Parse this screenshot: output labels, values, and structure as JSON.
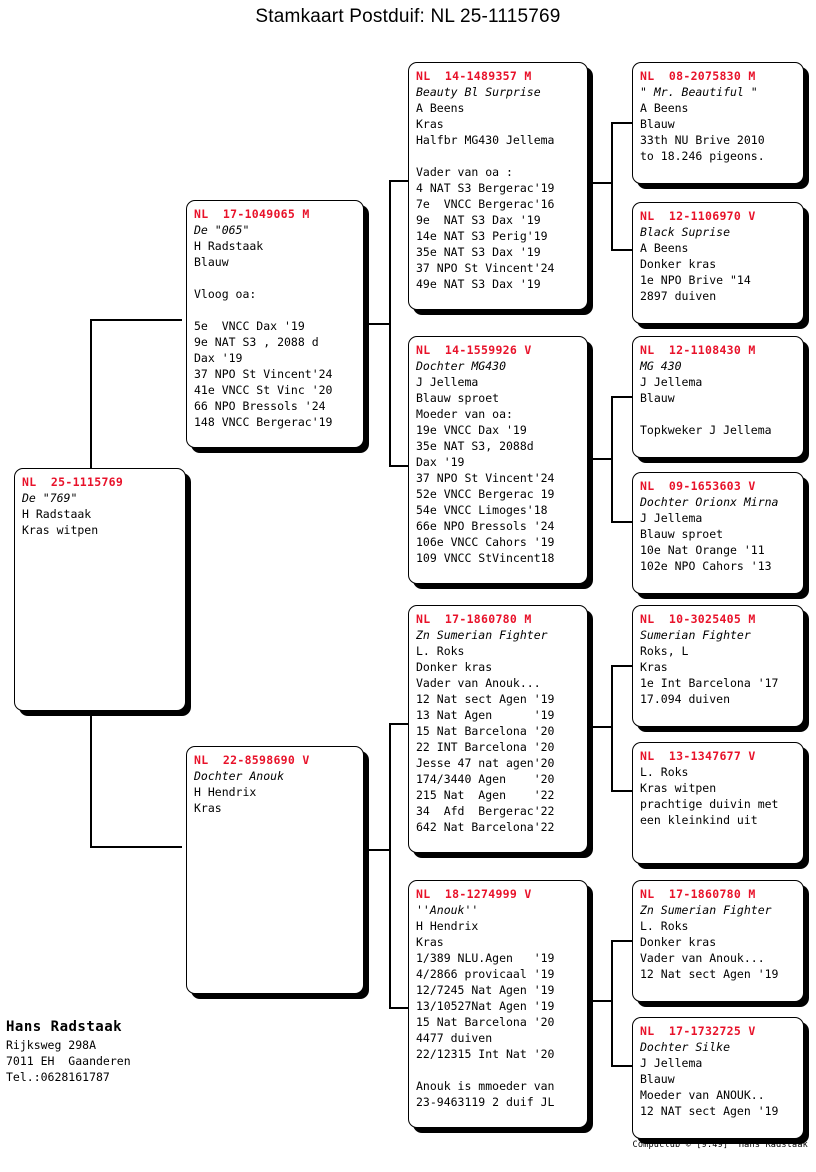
{
  "title": "Stamkaart Postduif: NL  25-1115769",
  "colors": {
    "ring_red": "#e8122a",
    "box_border": "#000000",
    "background": "#ffffff"
  },
  "subject": {
    "ring": "NL  25-1115769",
    "nickname": "De \"769\"",
    "lines": [
      "H Radstaak",
      "Kras witpen"
    ]
  },
  "gen2": {
    "sire": {
      "ring": "NL  17-1049065 M",
      "nickname": "De \"065\"",
      "lines": [
        "H Radstaak",
        "Blauw",
        "",
        "Vloog oa:",
        "",
        "5e  VNCC Dax '19",
        "9e NAT S3 , 2088 d",
        "Dax '19",
        "37 NPO St Vincent'24",
        "41e VNCC St Vinc '20",
        "66 NPO Bressols '24",
        "148 VNCC Bergerac'19"
      ]
    },
    "dam": {
      "ring": "NL  22-8598690 V",
      "nickname": "Dochter Anouk",
      "lines": [
        "H Hendrix",
        "Kras"
      ]
    }
  },
  "gen3": {
    "sire_sire": {
      "ring": "NL  14-1489357 M",
      "nickname": "Beauty Bl Surprise",
      "lines": [
        "A Beens",
        "Kras",
        "Halfbr MG430 Jellema",
        "",
        "Vader van oa :",
        "4 NAT S3 Bergerac'19",
        "7e  VNCC Bergerac'16",
        "9e  NAT S3 Dax '19",
        "14e NAT S3 Perig'19",
        "35e NAT S3 Dax '19",
        "37 NPO St Vincent'24",
        "49e NAT S3 Dax '19"
      ]
    },
    "sire_dam": {
      "ring": "NL  14-1559926 V",
      "nickname": "Dochter MG430",
      "lines": [
        "J Jellema",
        "Blauw sproet",
        "Moeder van oa:",
        "19e VNCC Dax '19",
        "35e NAT S3, 2088d",
        "Dax '19",
        "37 NPO St Vincent'24",
        "52e VNCC Bergerac 19",
        "54e VNCC Limoges'18",
        "66e NPO Bressols '24",
        "106e VNCC Cahors '19",
        "109 VNCC StVincent18"
      ]
    },
    "dam_sire": {
      "ring": "NL  17-1860780 M",
      "nickname": "Zn Sumerian Fighter",
      "lines": [
        "L. Roks",
        "Donker kras",
        "Vader van Anouk...",
        "12 Nat sect Agen '19",
        "13 Nat Agen      '19",
        "15 Nat Barcelona '20",
        "22 INT Barcelona '20",
        "Jesse 47 nat agen'20",
        "174/3440 Agen    '20",
        "215 Nat  Agen    '22",
        "34  Afd  Bergerac'22",
        "642 Nat Barcelona'22"
      ]
    },
    "dam_dam": {
      "ring": "NL  18-1274999 V",
      "nickname": "''Anouk''",
      "lines": [
        "H Hendrix",
        "Kras",
        "1/389 NLU.Agen   '19",
        "4/2866 provicaal '19",
        "12/7245 Nat Agen '19",
        "13/10527Nat Agen '19",
        "15 Nat Barcelona '20",
        "4477 duiven",
        "22/12315 Int Nat '20",
        "",
        "Anouk is mmoeder van",
        "23-9463119 2 duif JL"
      ]
    }
  },
  "gen4": {
    "b1": {
      "ring": "NL  08-2075830 M",
      "nickname": "\" Mr. Beautiful \"",
      "lines": [
        "A Beens",
        "Blauw",
        "33th NU Brive 2010",
        "to 18.246 pigeons."
      ]
    },
    "b2": {
      "ring": "NL  12-1106970 V",
      "nickname": "Black Suprise",
      "lines": [
        "A Beens",
        "Donker kras",
        "1e NPO Brive \"14",
        "2897 duiven"
      ]
    },
    "b3": {
      "ring": "NL  12-1108430 M",
      "nickname": "MG 430",
      "lines": [
        "J Jellema",
        "Blauw",
        "",
        "Topkweker J Jellema"
      ]
    },
    "b4": {
      "ring": "NL  09-1653603 V",
      "nickname": "Dochter Orionx Mirna",
      "lines": [
        "J Jellema",
        "Blauw sproet",
        "10e Nat Orange '11",
        "102e NPO Cahors '13"
      ]
    },
    "b5": {
      "ring": "NL  10-3025405 M",
      "nickname": "Sumerian Fighter",
      "lines": [
        "Roks, L",
        "Kras",
        "1e Int Barcelona '17",
        "17.094 duiven"
      ]
    },
    "b6": {
      "ring": "NL  13-1347677 V",
      "nickname": "",
      "lines": [
        "L. Roks",
        "Kras witpen",
        "prachtige duivin met",
        "een kleinkind uit"
      ]
    },
    "b7": {
      "ring": "NL  17-1860780 M",
      "nickname": "Zn Sumerian Fighter",
      "lines": [
        "L. Roks",
        "Donker kras",
        "Vader van Anouk...",
        "12 Nat sect Agen '19"
      ]
    },
    "b8": {
      "ring": "NL  17-1732725 V",
      "nickname": "Dochter Silke",
      "lines": [
        "J Jellema",
        "Blauw",
        "Moeder van ANOUK..",
        "12 NAT sect Agen '19"
      ]
    }
  },
  "owner": {
    "name": "Hans Radstaak",
    "address_lines": [
      "Rijksweg 298A",
      "7011 EH  Gaanderen",
      "Tel.:0628161787"
    ]
  },
  "credit": "Compuclub © [9.49]  Hans Radstaak"
}
